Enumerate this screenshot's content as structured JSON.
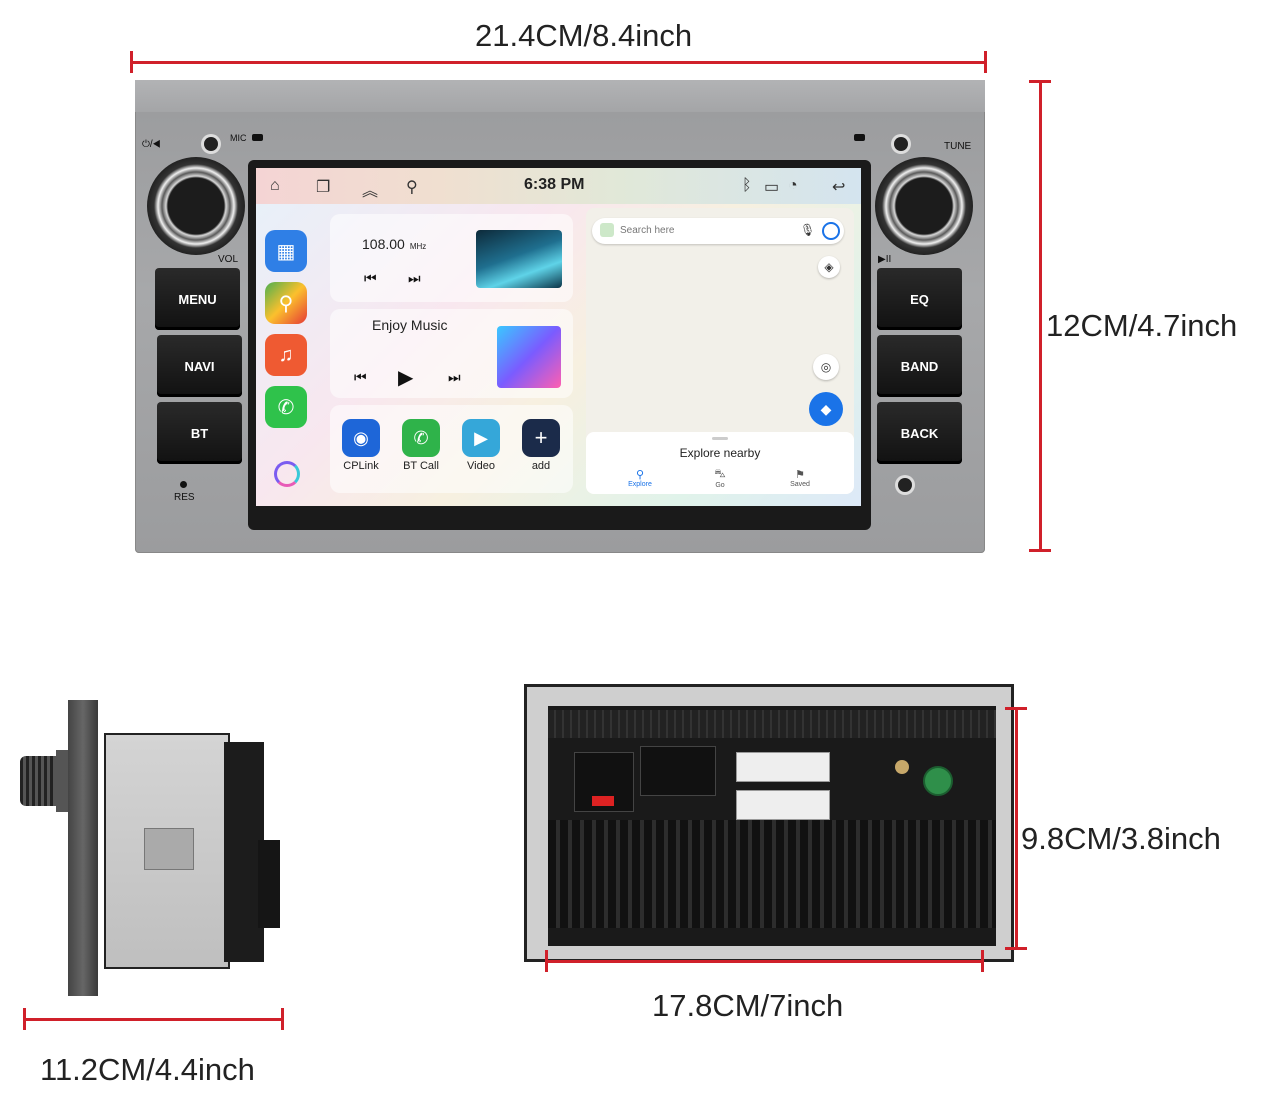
{
  "dimensions": {
    "front_width": "21.4CM/8.4inch",
    "front_height": "12CM/4.7inch",
    "side_depth": "11.2CM/4.4inch",
    "rear_height": "9.8CM/3.8inch",
    "rear_width": "17.8CM/7inch"
  },
  "panel": {
    "power_label": "⏻/◀",
    "mic_label": "MIC",
    "tune_label": "TUNE",
    "vol_label": "VOL",
    "play_pause_label": "▶II",
    "res_label": "RES",
    "left_buttons": [
      "MENU",
      "NAVI",
      "BT"
    ],
    "right_buttons": [
      "EQ",
      "BAND",
      "BACK"
    ]
  },
  "screen": {
    "clock": "6:38 PM",
    "radio": {
      "frequency": "108.00",
      "unit": "MHz"
    },
    "music": {
      "title": "Enjoy Music"
    },
    "dock": [
      {
        "label": "CPLink",
        "icon": "cplink-icon",
        "color": "#1e66d8"
      },
      {
        "label": "BT Call",
        "icon": "phone-icon",
        "color": "#2fb34a"
      },
      {
        "label": "Video",
        "icon": "clapper-icon",
        "color": "#35a7d9"
      },
      {
        "label": "add",
        "icon": "plus-icon",
        "color": "#1b2b4a"
      }
    ],
    "map": {
      "search_placeholder": "Search here",
      "explore_title": "Explore nearby",
      "tabs": [
        "Explore",
        "Go",
        "Saved"
      ]
    }
  }
}
